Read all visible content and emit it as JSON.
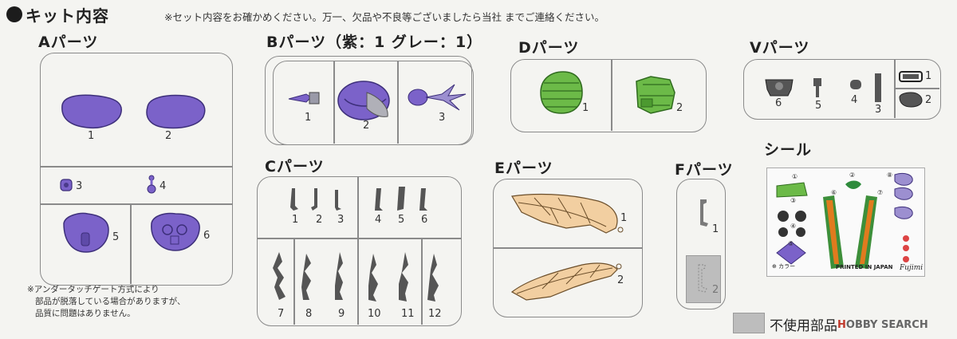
{
  "header": {
    "title": "キット内容",
    "note": "※セット内容をお確かめください。万一、欠品や不良等ございましたら当社 までご連絡ください。"
  },
  "sections": {
    "a": {
      "label": "Aパーツ",
      "nums": [
        "1",
        "2",
        "3",
        "4",
        "5",
        "6"
      ]
    },
    "b": {
      "label": "Bパーツ（紫：1 グレー：1）",
      "nums": [
        "1",
        "2",
        "3"
      ]
    },
    "c": {
      "label": "Cパーツ",
      "nums": [
        "1",
        "2",
        "3",
        "4",
        "5",
        "6",
        "7",
        "8",
        "9",
        "10",
        "11",
        "12"
      ]
    },
    "d": {
      "label": "Dパーツ",
      "nums": [
        "1",
        "2"
      ]
    },
    "e": {
      "label": "Eパーツ",
      "nums": [
        "1",
        "2"
      ]
    },
    "f": {
      "label": "Fパーツ",
      "nums": [
        "1",
        "2"
      ]
    },
    "v": {
      "label": "Vパーツ",
      "nums": [
        "6",
        "5",
        "4",
        "3",
        "1",
        "2"
      ]
    },
    "seal": {
      "label": "シール"
    }
  },
  "sticker": {
    "color_text": "⊕ カラー",
    "printed": "PRINTED IN JAPAN",
    "brand": "Fujimi",
    "nums": [
      "①",
      "②",
      "③",
      "④",
      "⑤",
      "⑥",
      "⑦",
      "⑧"
    ]
  },
  "footnote": {
    "line1": "※アンダータッチゲート方式により",
    "line2": "部品が脱落している場合がありますが、",
    "line3": "品質に問題はありません。"
  },
  "legend": {
    "unused": "不使用部品"
  },
  "watermark": {
    "h": "H",
    "rest": "OBBY SEARCH"
  },
  "colors": {
    "purple": "#7b62c9",
    "green": "#6cba48",
    "skin": "#f2cfa1",
    "gray": "#bdbdbd",
    "dark": "#555555"
  }
}
